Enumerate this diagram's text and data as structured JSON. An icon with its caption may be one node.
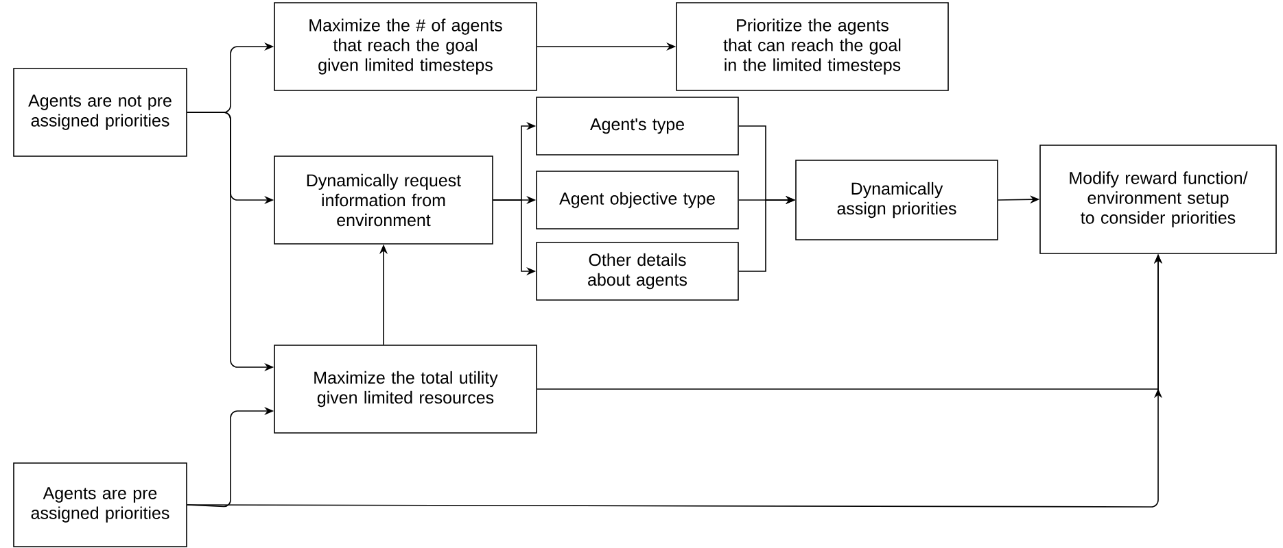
{
  "diagram": {
    "nodes": [
      {
        "text": [
          "Agents are not pre assigned priorities"
        ]
      },
      {
        "text": [
          "Maximize the # of agents that reach the goal given limited timesteps"
        ]
      },
      {
        "text": [
          "Prioritize the agents that can reach the goal in the limited timesteps"
        ]
      },
      {
        "text": [
          "Dynamically request information from environment"
        ]
      },
      {
        "text": [
          "Agent's type"
        ]
      },
      {
        "text": [
          "Agent objective type"
        ]
      },
      {
        "text": [
          "Other details about agents"
        ]
      },
      {
        "text": [
          "Dynamically assign priorities"
        ]
      },
      {
        "text": [
          "Modify reward function/ environment setup to consider priorities"
        ]
      },
      {
        "text": [
          "Maximize the total utility given limited resources"
        ]
      },
      {
        "text": [
          "Agents are pre assigned priorities"
        ]
      }
    ],
    "edges": [
      {
        "from": 0,
        "to": 1,
        "arrow": "to"
      },
      {
        "from": 0,
        "to": 3,
        "arrow": "to"
      },
      {
        "from": 0,
        "to": 9,
        "arrow": "to"
      },
      {
        "from": 1,
        "to": 2,
        "arrow": "to"
      },
      {
        "from": 3,
        "to": 4,
        "arrow": "to"
      },
      {
        "from": 3,
        "to": 5,
        "arrow": "to"
      },
      {
        "from": 3,
        "to": 6,
        "arrow": "to"
      },
      {
        "from": 4,
        "to": 7,
        "arrow": "to"
      },
      {
        "from": 5,
        "to": 7,
        "arrow": "to"
      },
      {
        "from": 6,
        "to": 7,
        "arrow": "to"
      },
      {
        "from": 7,
        "to": 8,
        "arrow": "to"
      },
      {
        "from": 9,
        "to": 3,
        "arrow": "to"
      },
      {
        "from": 9,
        "to": 8,
        "arrow": "to"
      },
      {
        "from": 10,
        "to": 9,
        "arrow": "to"
      },
      {
        "from": 10,
        "to": 8,
        "arrow": "to"
      }
    ]
  }
}
